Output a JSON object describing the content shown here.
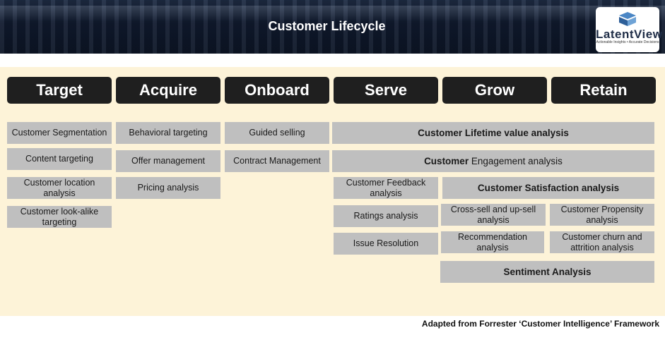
{
  "title": "Customer Lifecycle",
  "logo": {
    "name": "LatentView",
    "tagline": "Actionable Insights • Accurate Decisions"
  },
  "stages": [
    "Target",
    "Acquire",
    "Onboard",
    "Serve",
    "Grow",
    "Retain"
  ],
  "boxes": {
    "customer_segmentation": "Customer Segmentation",
    "content_targeting": "Content targeting",
    "customer_location": "Customer location analysis",
    "look_alike": "Customer look-alike targeting",
    "behavioral_targeting": "Behavioral targeting",
    "offer_management": "Offer management",
    "pricing_analysis": "Pricing analysis",
    "guided_selling": "Guided selling",
    "contract_management": "Contract Management",
    "lifetime_value": "Customer Lifetime value analysis",
    "engagement_bold": "Customer",
    "engagement_rest": " Engagement analysis",
    "feedback": "Customer Feedback analysis",
    "satisfaction": "Customer Satisfaction analysis",
    "ratings": "Ratings analysis",
    "cross_sell": "Cross-sell and up-sell analysis",
    "propensity": "Customer Propensity analysis",
    "issue_resolution": "Issue Resolution",
    "recommendation": "Recommendation analysis",
    "churn": "Customer churn and attrition analysis",
    "sentiment": "Sentiment Analysis"
  },
  "footer": "Adapted from Forrester ‘Customer Intelligence’ Framework",
  "colors": {
    "banner": "#101a2e",
    "background": "#fdf3d8",
    "header": "#1f1f1f",
    "box": "#bfbfbf"
  }
}
